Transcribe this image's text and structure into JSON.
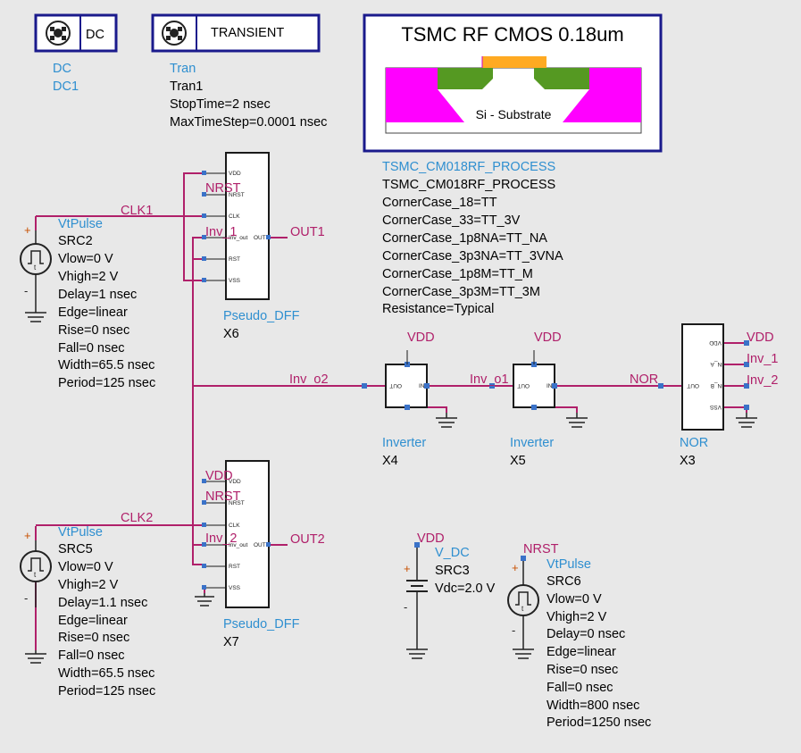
{
  "controllers": {
    "dc": {
      "icon": "DC",
      "type": "DC",
      "name": "DC1"
    },
    "tran": {
      "icon": "TRANSIENT",
      "type": "Tran",
      "name": "Tran1",
      "params": [
        "StopTime=2 nsec",
        "MaxTimeStep=0.0001 nsec"
      ]
    }
  },
  "process": {
    "title": "TSMC RF CMOS 0.18um",
    "substrate": "Si - Substrate",
    "header": "TSMC_CM018RF_PROCESS",
    "name": "TSMC_CM018RF_PROCESS",
    "params": [
      "CornerCase_18=TT",
      "CornerCase_33=TT_3V",
      "CornerCase_1p8NA=TT_NA",
      "CornerCase_3p3NA=TT_3VNA",
      "CornerCase_1p8M=TT_M",
      "CornerCase_3p3M=TT_3M",
      "Resistance=Typical"
    ]
  },
  "sources": {
    "src2": {
      "type": "VtPulse",
      "name": "SRC2",
      "params": [
        "Vlow=0 V",
        "Vhigh=2 V",
        "Delay=1 nsec",
        "Edge=linear",
        "Rise=0 nsec",
        "Fall=0 nsec",
        "Width=65.5 nsec",
        "Period=125 nsec"
      ]
    },
    "src5": {
      "type": "VtPulse",
      "name": "SRC5",
      "params": [
        "Vlow=0 V",
        "Vhigh=2 V",
        "Delay=1.1 nsec",
        "Edge=linear",
        "Rise=0 nsec",
        "Fall=0 nsec",
        "Width=65.5 nsec",
        "Period=125 nsec"
      ]
    },
    "src3": {
      "type": "V_DC",
      "name": "SRC3",
      "params": [
        "Vdc=2.0 V"
      ]
    },
    "src6": {
      "type": "VtPulse",
      "name": "SRC6",
      "params": [
        "Vlow=0 V",
        "Vhigh=2 V",
        "Delay=0 nsec",
        "Edge=linear",
        "Rise=0 nsec",
        "Fall=0 nsec",
        "Width=800 nsec",
        "Period=1250 nsec"
      ]
    }
  },
  "components": {
    "x6": {
      "type": "Pseudo_DFF",
      "name": "X6",
      "pins": [
        "VDD",
        "NRST",
        "CLK",
        "Inv_out",
        "OUT",
        "RST",
        "VSS"
      ]
    },
    "x7": {
      "type": "Pseudo_DFF",
      "name": "X7",
      "pins": [
        "VDD",
        "NRST",
        "CLK",
        "Inv_out",
        "OUT",
        "RST",
        "VSS"
      ]
    },
    "x4": {
      "type": "Inverter",
      "name": "X4",
      "pins": [
        "VDD",
        "OUT",
        "IN",
        "VSS"
      ]
    },
    "x5": {
      "type": "Inverter",
      "name": "X5",
      "pins": [
        "VDD",
        "OUT",
        "IN",
        "VSS"
      ]
    },
    "x3": {
      "type": "NOR",
      "name": "X3",
      "pins": [
        "VDD",
        "IN_A",
        "IN_B",
        "OUT",
        "VSS"
      ]
    }
  },
  "nets": {
    "clk1": "CLK1",
    "clk2": "CLK2",
    "out1": "OUT1",
    "out2": "OUT2",
    "inv1": "Inv_1",
    "inv2": "Inv_2",
    "inv_o1": "Inv_o1",
    "inv_o2": "Inv_o2",
    "nor": "NOR",
    "vdd": "VDD",
    "nrst": "NRST"
  },
  "colors": {
    "wire": "#b0206a",
    "instance_label": "#2f8fd0",
    "pin_dot": "#3a72c8",
    "background": "#e8e8e8",
    "title_box": "#1a1a8c"
  }
}
